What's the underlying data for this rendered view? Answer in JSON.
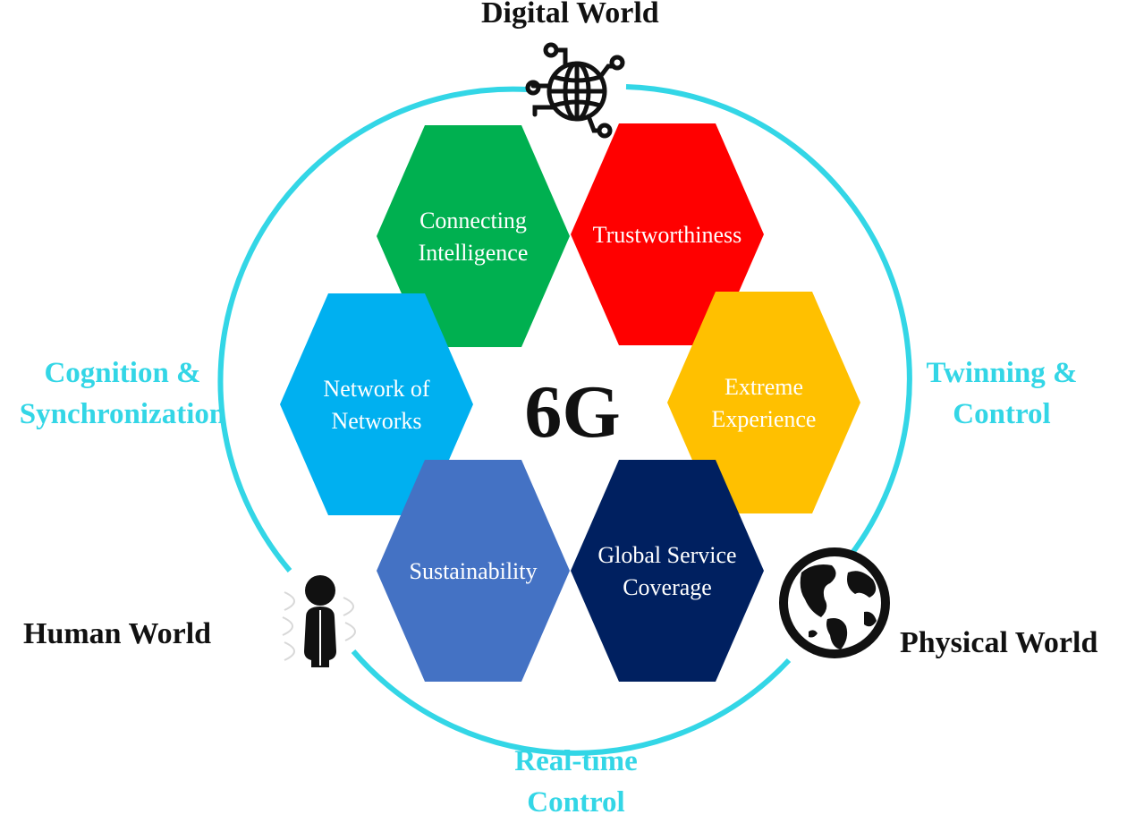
{
  "diagram": {
    "center_label": "6G",
    "hexagons": [
      {
        "id": "connecting-intelligence",
        "lines": [
          "Connecting",
          "Intelligence"
        ],
        "color": "#00b050"
      },
      {
        "id": "trustworthiness",
        "lines": [
          "Trustworthiness"
        ],
        "color": "#ff0000"
      },
      {
        "id": "network-of-networks",
        "lines": [
          "Network of",
          "Networks"
        ],
        "color": "#00b0f0"
      },
      {
        "id": "extreme-experience",
        "lines": [
          "Extreme",
          "Experience"
        ],
        "color": "#ffc000"
      },
      {
        "id": "sustainability",
        "lines": [
          "Sustainability"
        ],
        "color": "#4472c4"
      },
      {
        "id": "global-service-coverage",
        "lines": [
          "Global Service",
          "Coverage"
        ],
        "color": "#002060"
      }
    ],
    "ring_color": "#33d6e6",
    "worlds": {
      "digital": "Digital World",
      "human": "Human World",
      "physical": "Physical World"
    },
    "interactions": {
      "cognition_line1": "Cognition &",
      "cognition_line2": "Synchronization",
      "twinning_line1": "Twinning &",
      "twinning_line2": "Control",
      "realtime_line1": "Real-time",
      "realtime_line2": "Control"
    },
    "icons": {
      "digital": "digital-globe-circuit-icon",
      "human": "person-icon",
      "physical": "earth-globe-icon"
    }
  }
}
